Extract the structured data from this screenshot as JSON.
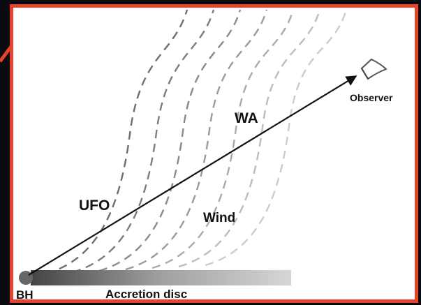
{
  "labels": {
    "wa": "WA",
    "ufo": "UFO",
    "wind": "Wind",
    "observer": "Observer",
    "bh": "BH",
    "accretion_disc": "Accretion disc"
  },
  "colors": {
    "frame": "#e8442a",
    "background": "#0b0b12",
    "panel": "#ffffff",
    "arrow": "#111111",
    "black_hole": "#666666"
  },
  "streamlines": {
    "count": 7,
    "line_colors": [
      "#6e6e6e",
      "#7c7c7c",
      "#8a8a8a",
      "#9a9a9a",
      "#aaaaaa",
      "#bcbcbc",
      "#cccccc"
    ]
  }
}
